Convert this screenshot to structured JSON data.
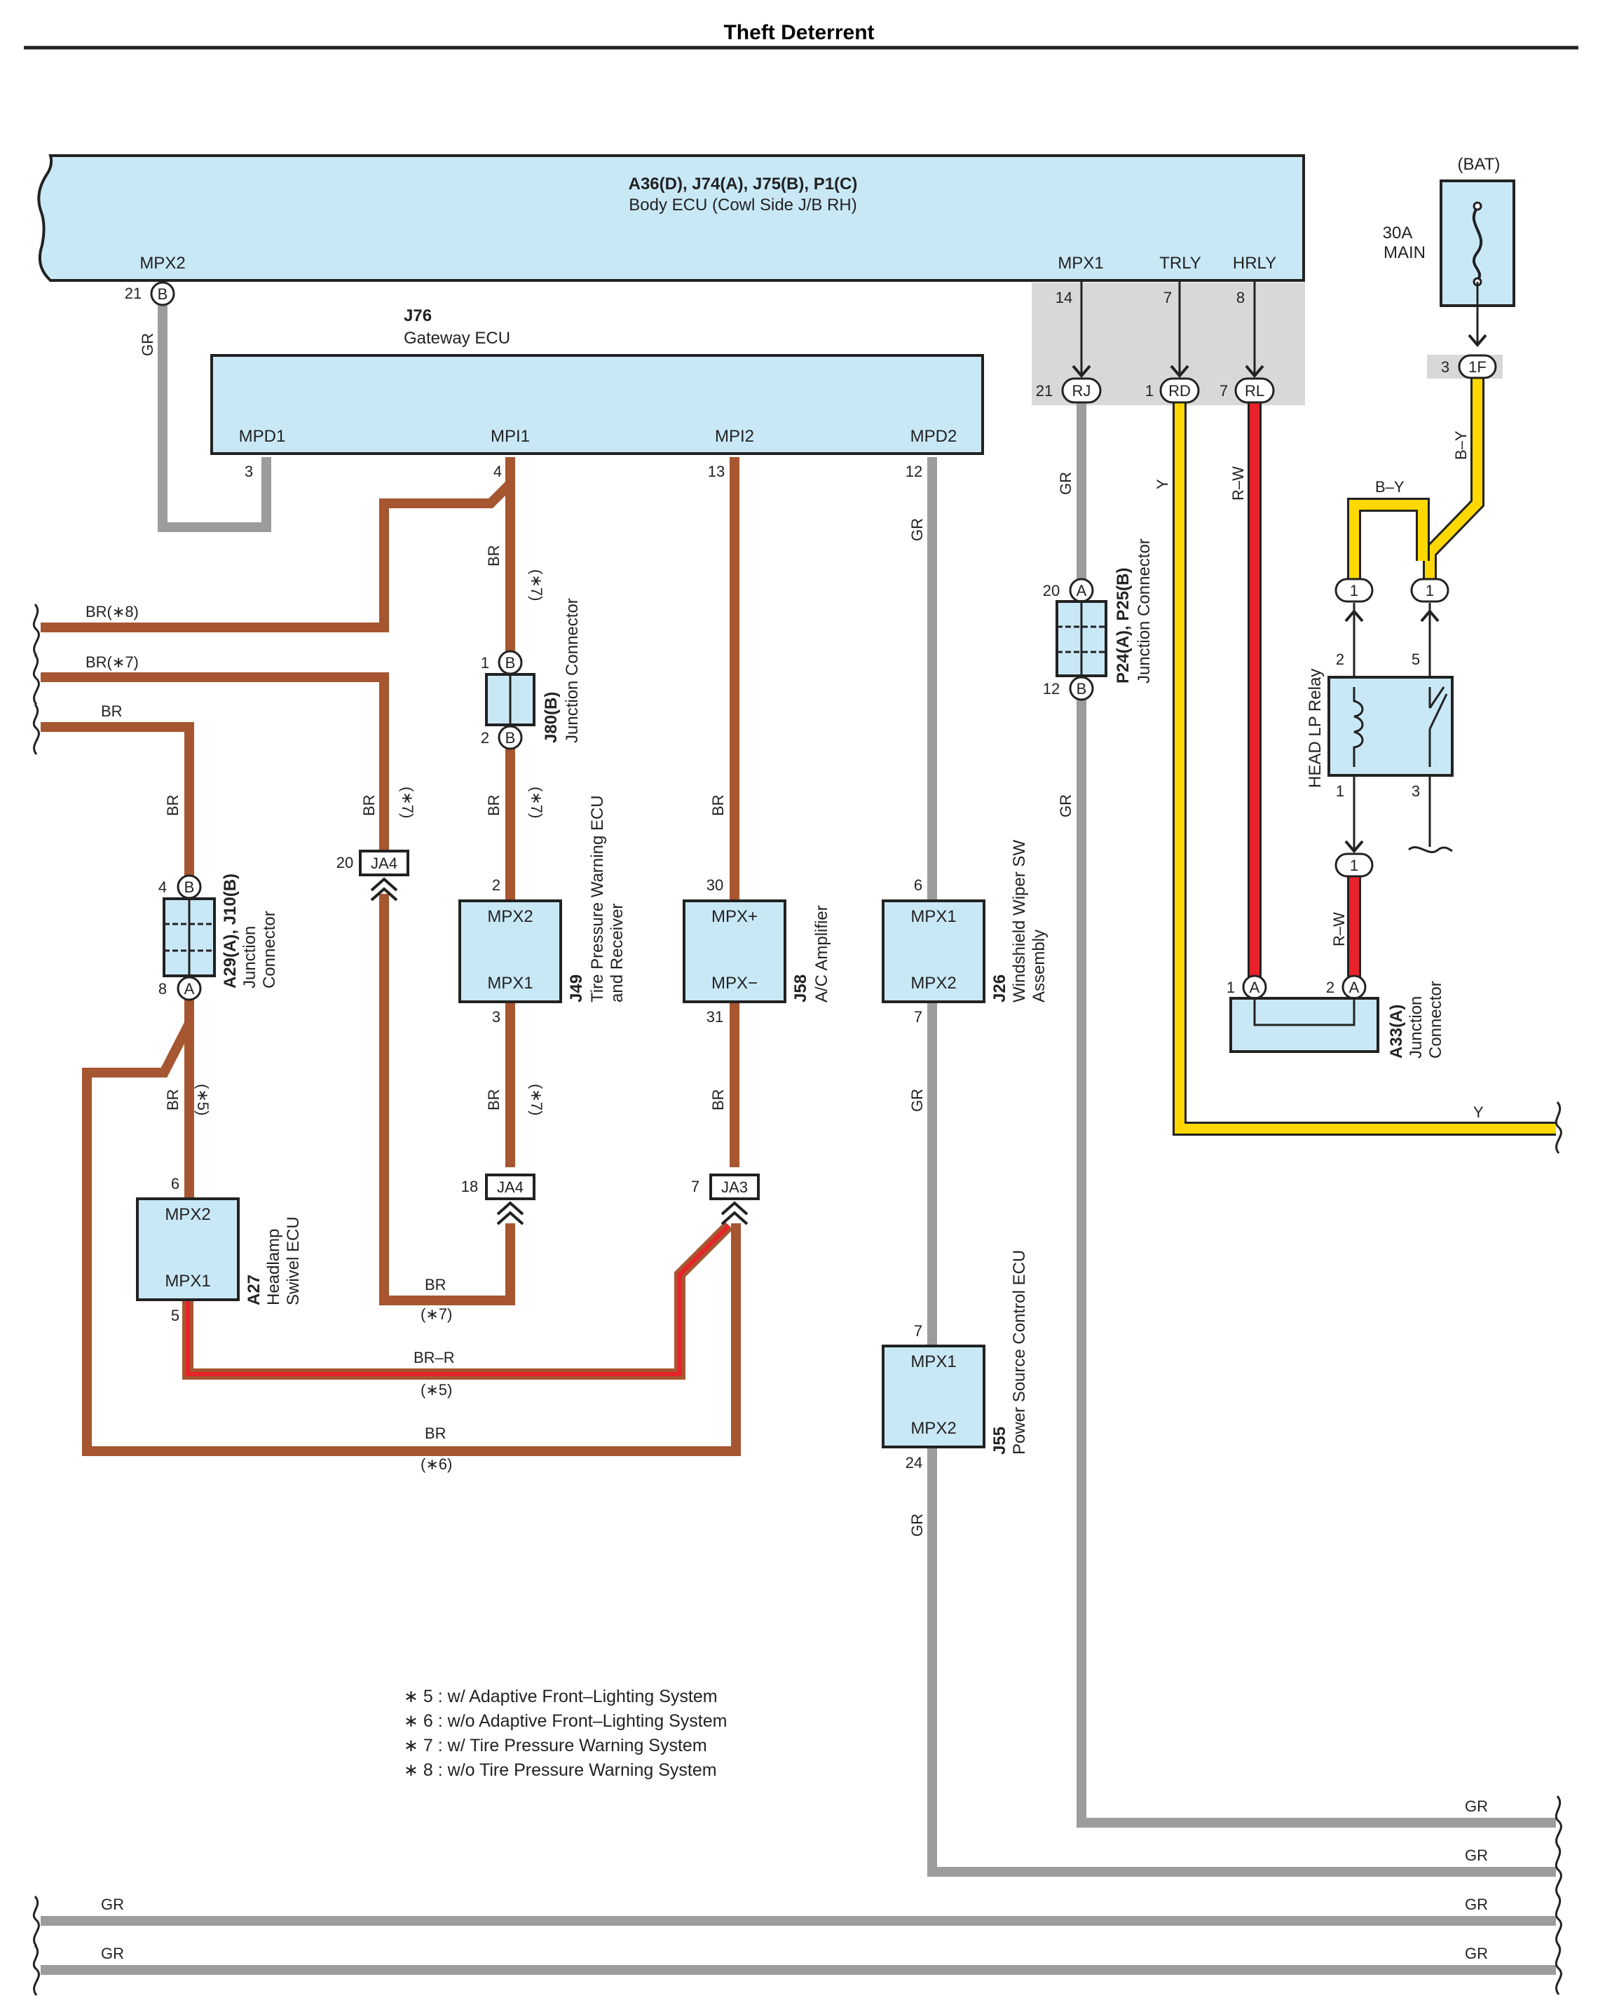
{
  "page_title": "Theft Deterrent",
  "colors": {
    "br": "#a65630",
    "gr": "#9c9c9c",
    "y": "#ffd800",
    "r_w": "#e8222a",
    "ecu_fill": "#c9e8f6",
    "shade": "#d8d8d8"
  },
  "components": {
    "body_ecu": {
      "ids": "A36(D), J74(A), J75(B), P1(C)",
      "name": "Body ECU (Cowl Side J/B RH)",
      "terms": {
        "mpx2": "MPX2",
        "mpx1": "MPX1",
        "trly": "TRLY",
        "hrly": "HRLY"
      }
    },
    "gateway_ecu": {
      "id": "J76",
      "name": "Gateway ECU",
      "terms": {
        "mpd1": "MPD1",
        "mpi1": "MPI1",
        "mpi2": "MPI2",
        "mpd2": "MPD2"
      }
    },
    "bat": {
      "label": "(BAT)",
      "fuse_a": "30A",
      "fuse_b": "MAIN"
    },
    "j80": {
      "id": "J80(B)",
      "name": "Junction Connector"
    },
    "p24": {
      "id": "P24(A), P25(B)",
      "name": "Junction Connector"
    },
    "a29": {
      "id": "A29(A), J10(B)",
      "name_a": "Junction",
      "name_b": "Connector"
    },
    "j49": {
      "id": "J49",
      "name_a": "Tire Pressure Warning ECU",
      "name_b": "and Receiver",
      "t1": "MPX2",
      "t2": "MPX1"
    },
    "j58": {
      "id": "J58",
      "name": "A/C Amplifier",
      "t1": "MPX+",
      "t2": "MPX−"
    },
    "j26": {
      "id": "J26",
      "name_a": "Windshield Wiper SW",
      "name_b": "Assembly",
      "t1": "MPX1",
      "t2": "MPX2"
    },
    "a27": {
      "id": "A27",
      "name_a": "Headlamp",
      "name_b": "Swivel ECU",
      "t1": "MPX2",
      "t2": "MPX1"
    },
    "j55": {
      "id": "J55",
      "name": "Power Source Control ECU",
      "t1": "MPX1",
      "t2": "MPX2"
    },
    "relay": {
      "name": "HEAD LP Relay"
    },
    "a33": {
      "id": "A33(A)",
      "name_a": "Junction",
      "name_b": "Connector"
    }
  },
  "connectors": {
    "body_b": "B",
    "rj": "RJ",
    "rd": "RD",
    "rl": "RL",
    "f1": "1F",
    "j80_b": "B",
    "p24_a": "A",
    "p24_b": "B",
    "a29_b": "B",
    "a29_a": "A",
    "ja4": "JA4",
    "ja3": "JA3",
    "relay_1": "1",
    "a33_a": "A"
  },
  "pins": {
    "p21": "21",
    "p14": "14",
    "p7": "7",
    "p8": "8",
    "p3": "3",
    "p4": "4",
    "p13": "13",
    "p12": "12",
    "p1": "1",
    "p2": "2",
    "p20": "20",
    "p30": "30",
    "p6": "6",
    "p31": "31",
    "p18": "18",
    "p5": "5",
    "p24": "24"
  },
  "wire_labels": {
    "gr": "GR",
    "br": "BR",
    "y": "Y",
    "r_w": "R–W",
    "b_y": "B–Y",
    "br_r": "BR–R",
    "br8": "BR(∗8)",
    "br7": "BR(∗7)",
    "s5": "(∗5)",
    "s6": "(∗6)",
    "s7": "(∗7)"
  },
  "legend": [
    "∗ 5 : w/ Adaptive Front–Lighting System",
    "∗ 6 : w/o Adaptive Front–Lighting System",
    "∗ 7 : w/ Tire Pressure Warning System",
    "∗ 8 : w/o Tire Pressure Warning System"
  ]
}
